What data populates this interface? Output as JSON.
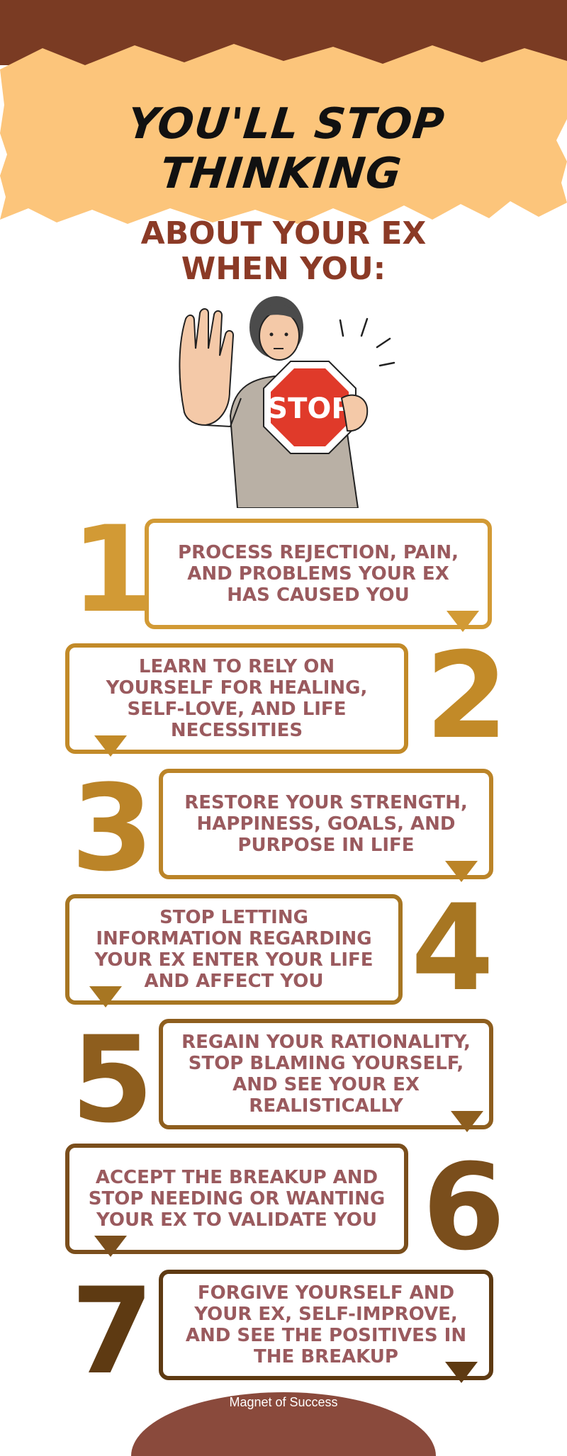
{
  "header": {
    "title": "YOU'LL STOP THINKING",
    "subtitle_lines": [
      "ABOUT YOUR EX",
      "WHEN YOU:"
    ]
  },
  "illustration": {
    "sign_text": "STOP"
  },
  "steps": [
    {
      "number": "1",
      "text": "PROCESS REJECTION, PAIN, AND PROBLEMS YOUR EX HAS CAUSED YOU",
      "color": "#d29a35"
    },
    {
      "number": "2",
      "text": "LEARN TO RELY ON YOURSELF FOR HEALING, SELF-LOVE, AND LIFE NECESSITIES",
      "color": "#c28a28"
    },
    {
      "number": "3",
      "text": "RESTORE YOUR STRENGTH, HAPPINESS, GOALS, AND PURPOSE IN LIFE",
      "color": "#bb8428"
    },
    {
      "number": "4",
      "text": "STOP LETTING INFORMATION REGARDING YOUR EX ENTER YOUR LIFE AND AFFECT YOU",
      "color": "#a77622"
    },
    {
      "number": "5",
      "text": "REGAIN YOUR RATIONALITY, STOP BLAMING YOURSELF, AND SEE YOUR EX REALISTICALLY",
      "color": "#8e5e1e"
    },
    {
      "number": "6",
      "text": "ACCEPT THE BREAKUP AND STOP NEEDING OR WANTING YOUR EX TO VALIDATE YOU",
      "color": "#7a4e1c"
    },
    {
      "number": "7",
      "text": "FORGIVE YOURSELF AND YOUR EX, SELF-IMPROVE, AND SEE THE POSITIVES IN THE BREAKUP",
      "color": "#5e3a12"
    }
  ],
  "footer": {
    "credit": "Magnet of Success"
  },
  "colors": {
    "brown_band": "#7a3b23",
    "brush": "#fcc57b",
    "subtitle": "#8b3a26",
    "step_text": "#9a5a5e",
    "footer_arc": "#8a4a3c"
  }
}
